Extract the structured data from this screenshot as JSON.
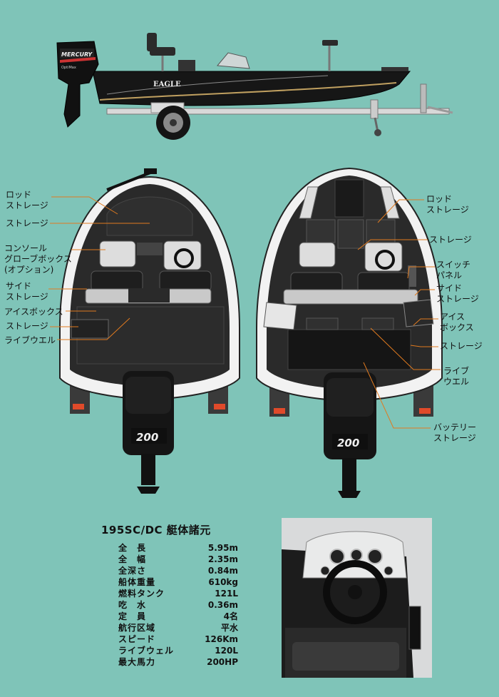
{
  "side_view": {
    "boat_brand": "EAGLE",
    "motor_brand": "MERCURY",
    "motor_model": "OptiMax"
  },
  "left_plan": {
    "motor_hp": "200",
    "callouts": [
      {
        "id": "rod",
        "text": "ロッド\nストレージ"
      },
      {
        "id": "storage1",
        "text": "ストレージ"
      },
      {
        "id": "console",
        "text": "コンソール\nグローブボックス\n(オプション)"
      },
      {
        "id": "side",
        "text": "サイド\nストレージ"
      },
      {
        "id": "icebox",
        "text": "アイスボックス"
      },
      {
        "id": "storage2",
        "text": "ストレージ"
      },
      {
        "id": "livewell",
        "text": "ライブウエル"
      }
    ]
  },
  "right_plan": {
    "motor_hp": "200",
    "callouts": [
      {
        "id": "rod",
        "text": "ロッド\nストレージ"
      },
      {
        "id": "storage1",
        "text": "ストレージ"
      },
      {
        "id": "switch",
        "text": "スイッチ\nパネル"
      },
      {
        "id": "side",
        "text": "サイド\nストレージ"
      },
      {
        "id": "icebox",
        "text": "アイス\nボックス"
      },
      {
        "id": "storage2",
        "text": "ストレージ"
      },
      {
        "id": "livewell",
        "text": "ライブ\nウエル"
      },
      {
        "id": "battery",
        "text": "バッテリー\nストレージ"
      }
    ]
  },
  "specs": {
    "title": "195SC/DC 艇体諸元",
    "rows": [
      {
        "label": "全　長",
        "value": "5.95m"
      },
      {
        "label": "全　幅",
        "value": "2.35m"
      },
      {
        "label": "全深さ",
        "value": "0.84m"
      },
      {
        "label": "船体重量",
        "value": "610kg"
      },
      {
        "label": "燃料タンク",
        "value": "121L"
      },
      {
        "label": "吃　水",
        "value": "0.36m"
      },
      {
        "label": "定　員",
        "value": "4名"
      },
      {
        "label": "航行区域",
        "value": "平水"
      },
      {
        "label": "スピード",
        "value": "126Km"
      },
      {
        "label": "ライブウェル",
        "value": "120L"
      },
      {
        "label": "最大馬力",
        "value": "200HP"
      }
    ]
  },
  "colors": {
    "background": "#7fc4b8",
    "leader": "#e07a1f",
    "hull_dark": "#1b1b1b",
    "deck": "#2a2a2a"
  }
}
